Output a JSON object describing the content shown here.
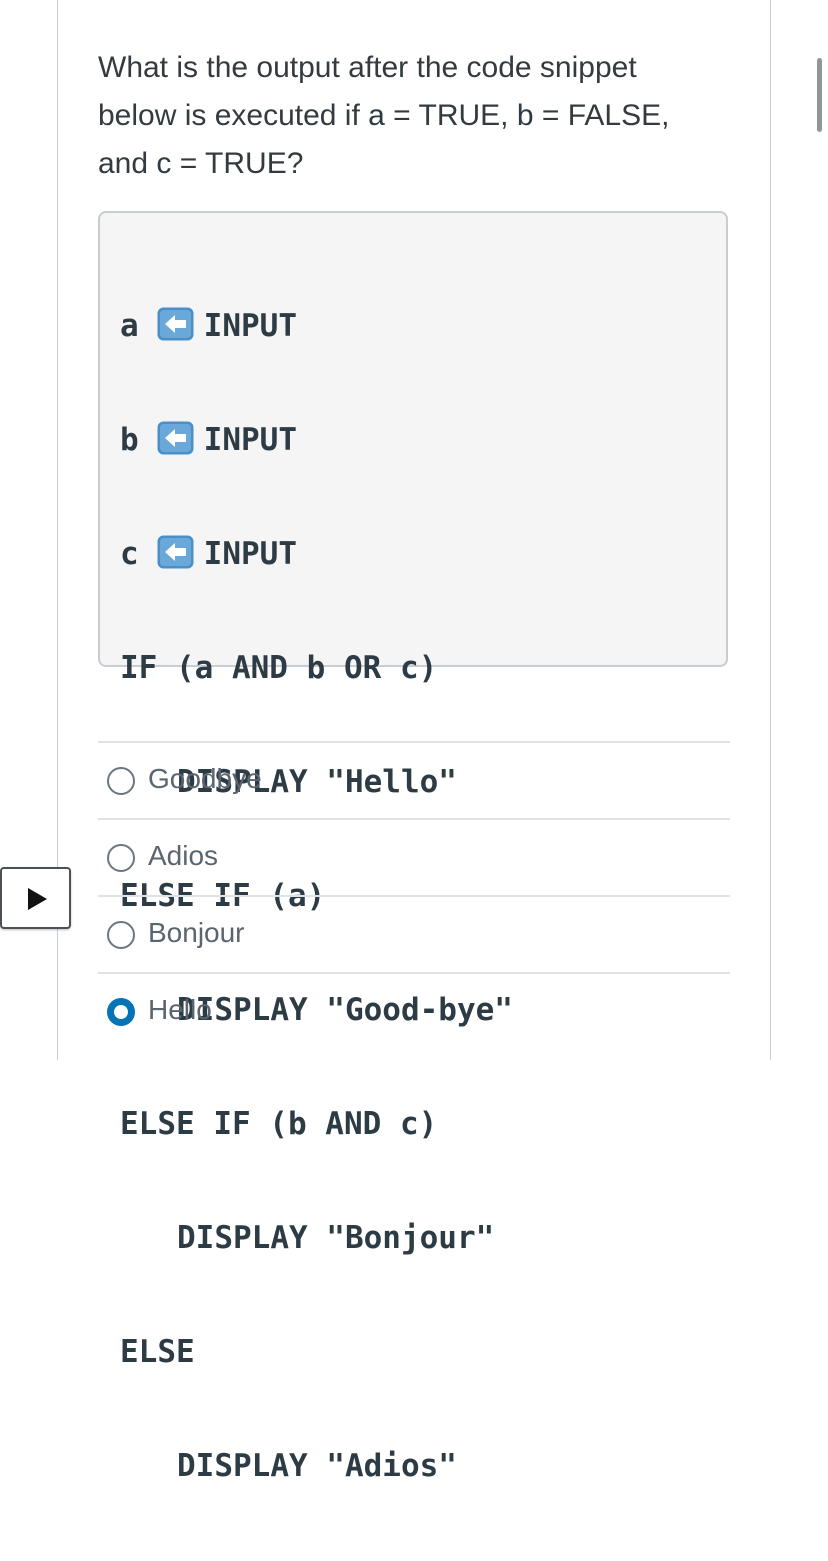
{
  "question": {
    "line1": "What is the output after the code snippet",
    "line2_prefix": "below is executed if ",
    "var_a": "a",
    "eq1": " = TRUE, ",
    "var_b": "b",
    "eq2": " = FALSE,",
    "line3_prefix": "and ",
    "var_c": "c",
    "eq3": " = TRUE?"
  },
  "code": {
    "assign_a_var": "a",
    "assign_b_var": "b",
    "assign_c_var": "c",
    "input_keyword": "INPUT",
    "line_if": "IF (a AND b OR c)",
    "line_display_hello": "DISPLAY \"Hello\"",
    "line_else_if_a": "ELSE IF (a)",
    "line_display_goodbye": "DISPLAY \"Good-bye\"",
    "line_else_if_bc": "ELSE IF (b AND c)",
    "line_display_bonjour": "DISPLAY \"Bonjour\"",
    "line_else": "ELSE",
    "line_display_adios": "DISPLAY \"Adios\"",
    "arrow_icon": "left-arrow-key-icon"
  },
  "choices": [
    {
      "label": "Goodbye",
      "selected": false
    },
    {
      "label": "Adios",
      "selected": false
    },
    {
      "label": "Bonjour",
      "selected": false
    },
    {
      "label": "Hello",
      "selected": true
    }
  ],
  "colors": {
    "accent": "#0374b5",
    "arrow_key": "#4a8fc7"
  },
  "play_icon": "play-icon"
}
